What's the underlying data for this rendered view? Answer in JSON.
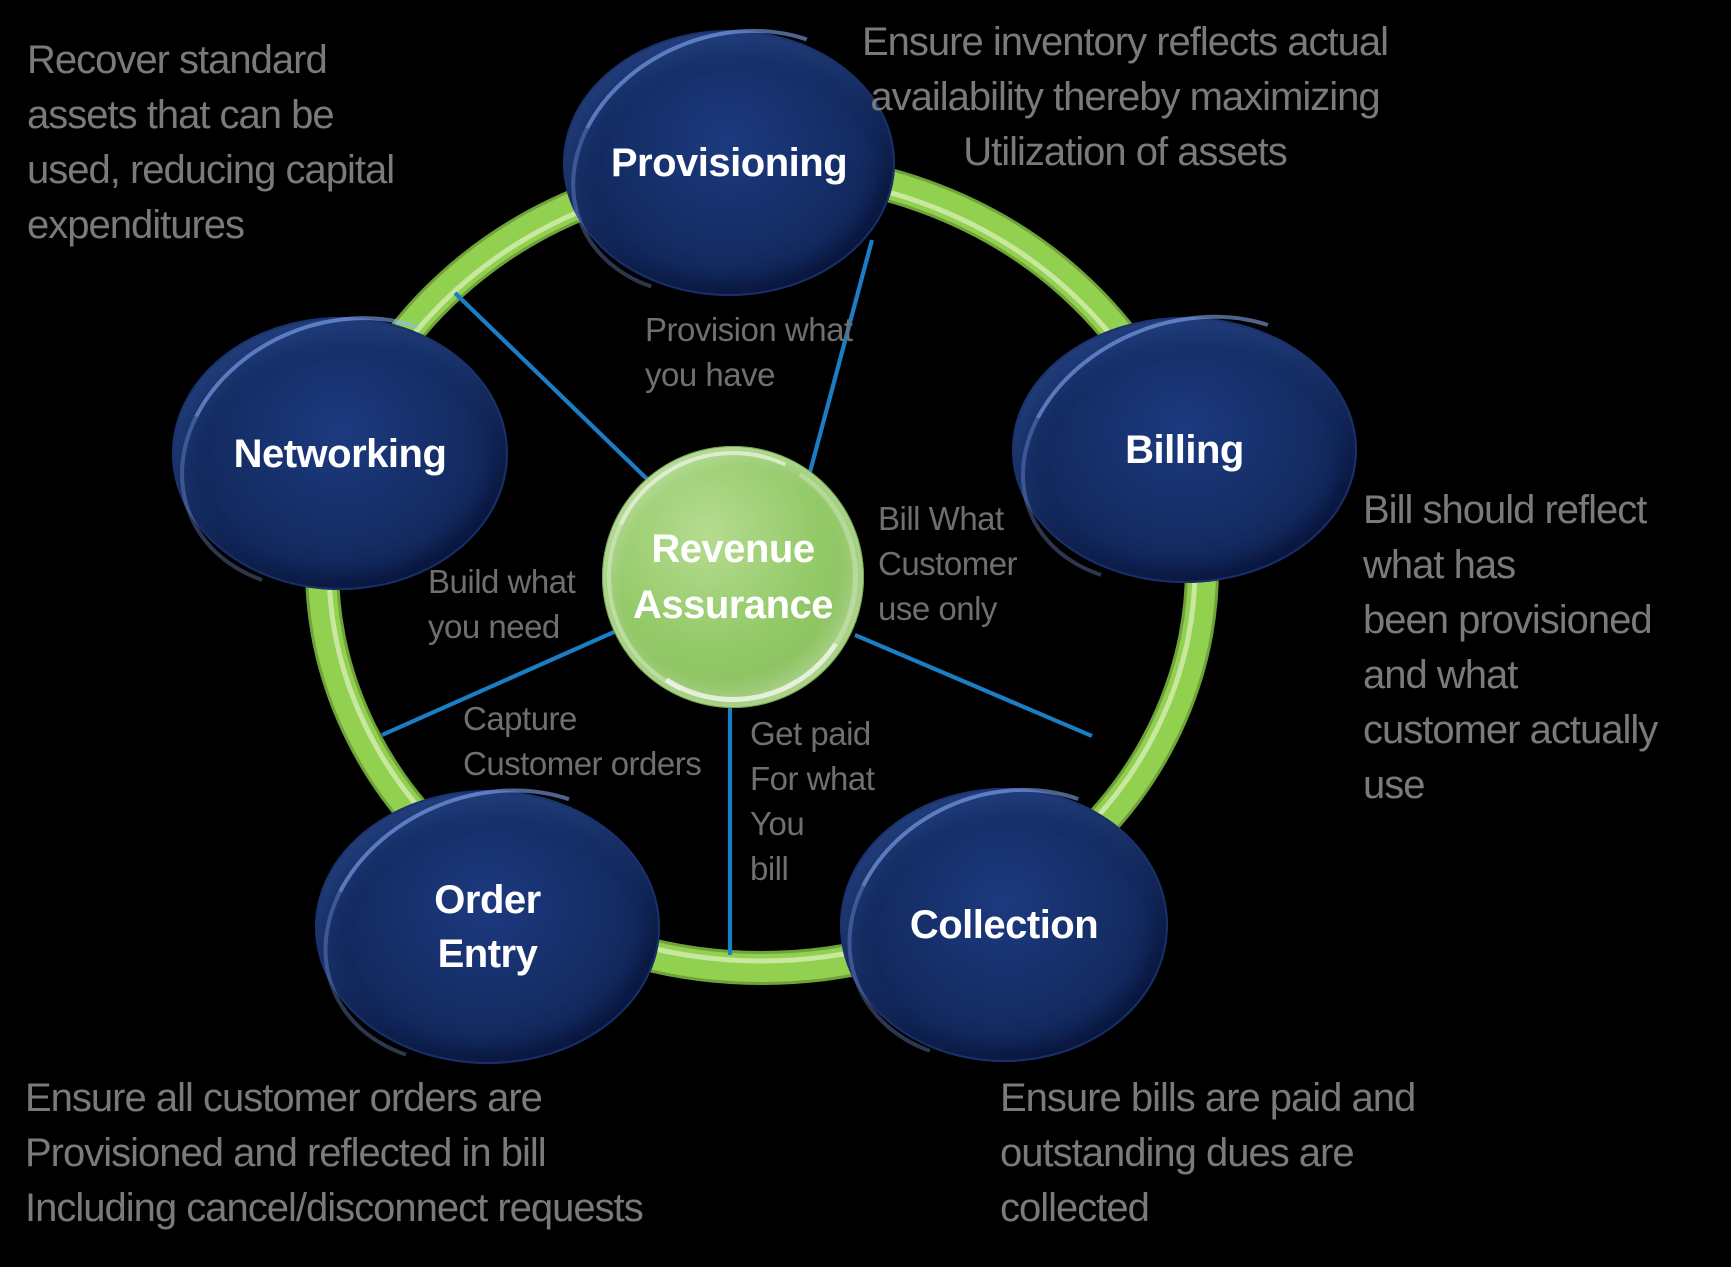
{
  "center": {
    "label": "Revenue\nAssurance"
  },
  "nodes": [
    {
      "id": "provisioning",
      "label": "Provisioning",
      "connector_label": "Provision what\nyou have",
      "note": "Ensure inventory reflects actual\navailability thereby maximizing\nUtilization of assets"
    },
    {
      "id": "billing",
      "label": "Billing",
      "connector_label": "Bill What\nCustomer\nuse only",
      "note": "Bill should reflect\nwhat has\nbeen provisioned\nand what\ncustomer actually\nuse"
    },
    {
      "id": "collection",
      "label": "Collection",
      "connector_label": "Get paid\nFor what\nYou\nbill",
      "note": "Ensure bills are paid and\noutstanding dues are\ncollected"
    },
    {
      "id": "order-entry",
      "label": "Order\nEntry",
      "connector_label": "Capture\nCustomer orders",
      "note": "Ensure all customer orders are\nProvisioned and reflected in bill\nIncluding cancel/disconnect requests"
    },
    {
      "id": "networking",
      "label": "Networking",
      "connector_label": "Build what\nyou need",
      "note": "Recover standard\nassets that can be\nused, reducing capital\nexpenditures"
    }
  ],
  "colors": {
    "background": "#000000",
    "node_navy": "#122a5e",
    "node_text": "#ffffff",
    "hub_green": "#8cc063",
    "ring_green": "#92d050",
    "ring_gloss": "#d2ecad",
    "connector_blue": "#1b7ec5",
    "connector_label_gray": "#6f6f6f",
    "note_gray": "#7a7a7a"
  }
}
